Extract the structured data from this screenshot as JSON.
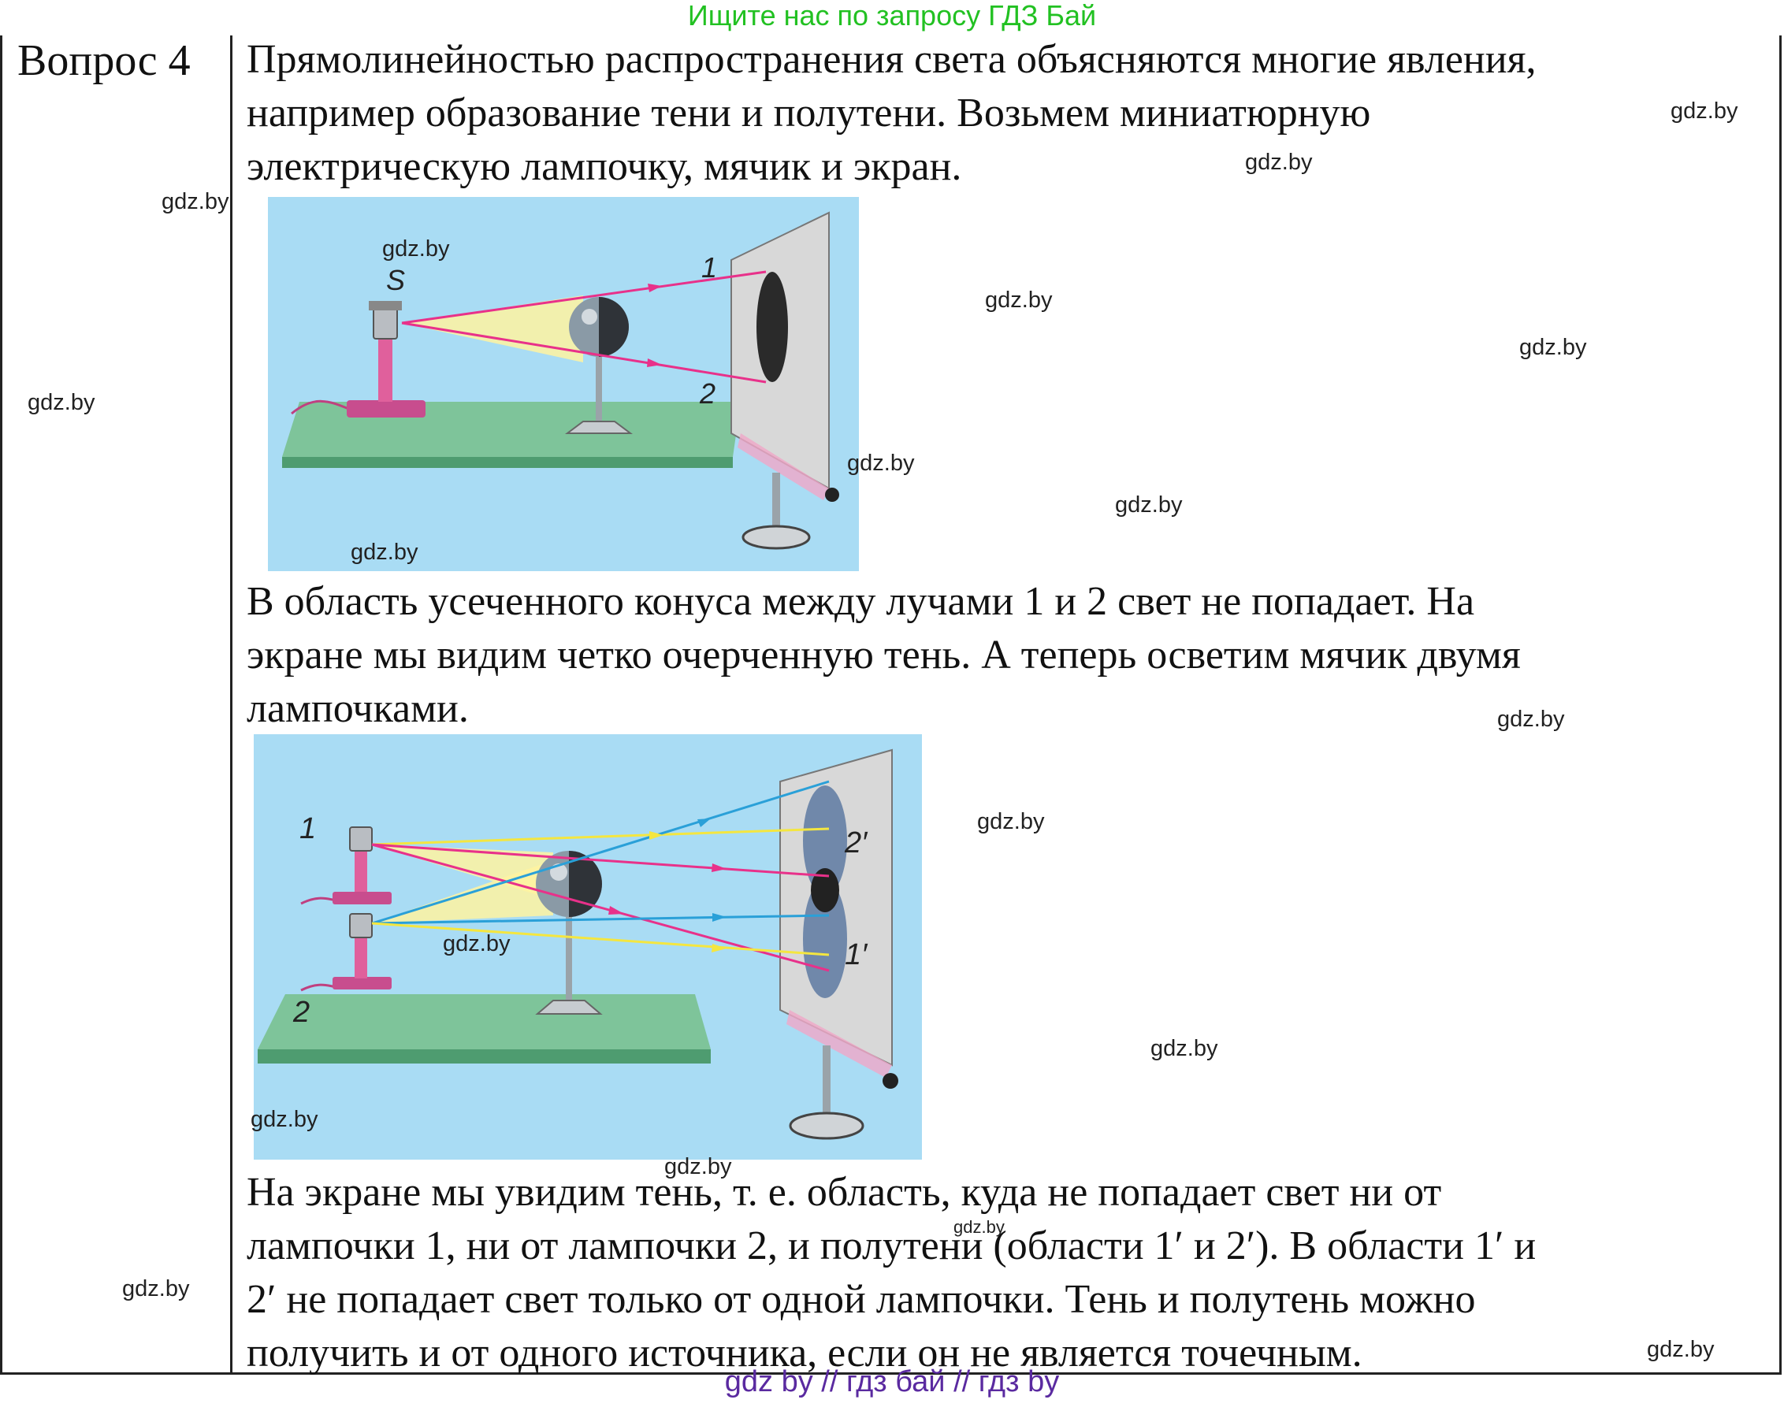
{
  "banner": "Ищите нас по запросу ГДЗ Бай",
  "question": "Вопрос 4",
  "paragraphs": {
    "p1": "Прямолинейностью распространения света объясняются многие явления,\nнапример образование тени и полутени. Возьмем миниатюрную\nэлектрическую лампочку, мячик и экран.",
    "p2": "В область усеченного конуса между лучами 1 и 2 свет не попадает. На\nэкране мы видим четко очерченную тень. А теперь осветим мячик двумя\nлампочками.",
    "p3": "На экране мы увидим тень, т. е. область, куда не попадает свет ни от\nлампочки 1, ни от лампочки 2, и полутени (области 1′ и 2′). В области 1′ и\n2′ не попадает свет только от одной лампочки. Тень и полутень можно\nполучить и от одного источника, если он не является точечным."
  },
  "figure1": {
    "source_label": "S",
    "ray1": "1",
    "ray2": "2"
  },
  "figure2": {
    "lamp1": "1",
    "lamp2": "2",
    "pen1": "1′",
    "pen2": "2′"
  },
  "watermark": "gdz.by",
  "footer": "gdz by  //  гдз бай  //  гдз by",
  "colors": {
    "banner": "#22c122",
    "footer": "#5a2aa0",
    "sky": "#a9dcf4",
    "table": "#7ec49a",
    "ray": "#e8318a",
    "ray_blue": "#2aa0d8"
  }
}
